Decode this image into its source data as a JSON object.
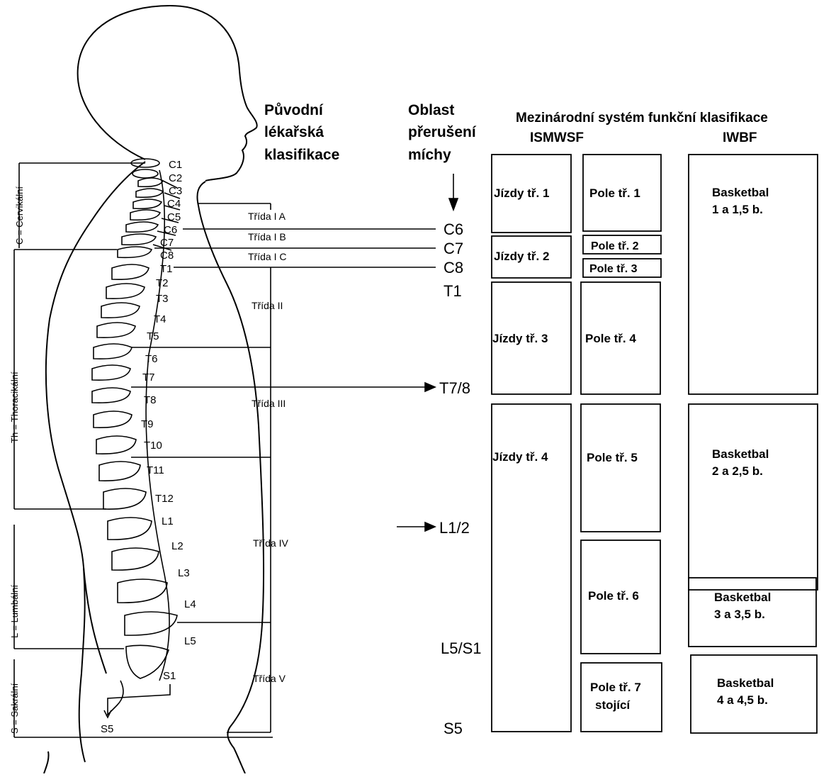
{
  "headers": {
    "original_classification": [
      "Původní",
      "lékařská",
      "klasifikace"
    ],
    "injury_area": [
      "Oblast",
      "přerušení",
      "míchy"
    ],
    "international_system": "Mezinárodní systém funkční klasifikace",
    "ismwsf": "ISMWSF",
    "iwbf": "IWBF"
  },
  "regions": {
    "cervical": "C = Cervikální",
    "thoracic": "Th = Thoracikální",
    "lumbar": "L = Lumbální",
    "sacral": "S = Sakrální"
  },
  "vertebrae": [
    "C1",
    "C2",
    "C3",
    "C4",
    "C5",
    "C6",
    "C7",
    "C8",
    "T1",
    "T2",
    "T3",
    "T4",
    "T5",
    "T6",
    "T7",
    "T8",
    "T9",
    "T10",
    "T11",
    "T12",
    "L1",
    "L2",
    "L3",
    "L4",
    "L5",
    "S1",
    "S5"
  ],
  "medical_classes": [
    "Třída I A",
    "Třída I B",
    "Třída I C",
    "Třída II",
    "Třída III",
    "Třída IV",
    "Třída V"
  ],
  "injury_levels": [
    "C6",
    "C7",
    "C8",
    "T1",
    "T7/8",
    "L1/2",
    "L5/S1",
    "S5"
  ],
  "riding_classes": [
    "Jízdy tř. 1",
    "Jízdy tř. 2",
    "Jízdy tř. 3",
    "Jízdy tř. 4"
  ],
  "field_classes": [
    "Pole tř. 1",
    "Pole tř. 2",
    "Pole tř. 3",
    "Pole tř. 4",
    "Pole tř. 5",
    "Pole tř. 6",
    "Pole tř. 7",
    "stojící"
  ],
  "basketball_classes": [
    [
      "Basketbal",
      "1 a 1,5 b."
    ],
    [
      "Basketbal",
      "2 a 2,5 b."
    ],
    [
      "Basketbal",
      "3 a 3,5 b."
    ],
    [
      "Basketbal",
      "4 a 4,5 b."
    ]
  ]
}
